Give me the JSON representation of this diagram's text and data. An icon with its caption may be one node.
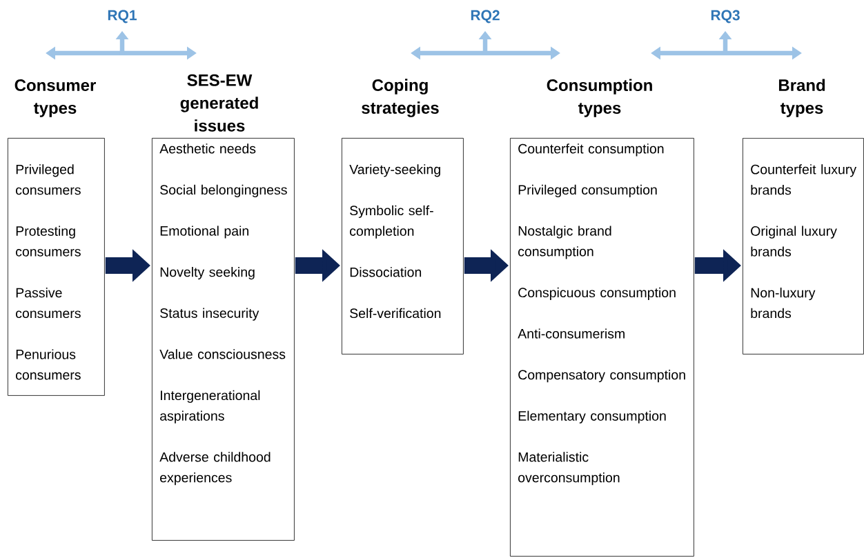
{
  "diagram": {
    "nodes": [
      {
        "text": [
          "Consumer types",
          "Privileged consumers",
          "Protesting consumers",
          "Passive consumers",
          "Penurious consumers"
        ]
      },
      {
        "text": [
          "SES-EW generated issues",
          "Aesthetic needs",
          "Social belongingness",
          "Emotional pain",
          "Novelty seeking",
          "Status insecurity",
          "Value consciousness",
          "Intergenerational aspirations",
          "Adverse childhood experiences"
        ]
      },
      {
        "text": [
          "Coping strategies",
          "Variety-seeking",
          "Symbolic self-completion",
          "Dissociation",
          "Self-verification"
        ]
      },
      {
        "text": [
          "Consumption types",
          "Counterfeit consumption",
          "Privileged consumption",
          "Nostalgic brand consumption",
          "Conspicuous consumption",
          "Anti-consumerism",
          "Compensatory consumption",
          "Elementary consumption",
          "Materialistic overconsumption"
        ]
      },
      {
        "text": [
          "Brand types",
          "Counterfeit luxury brands",
          "Original luxury brands",
          "Non-luxury brands"
        ]
      }
    ],
    "edges": [
      {
        "from": 0,
        "to": 1,
        "arrow": "to"
      },
      {
        "from": 1,
        "to": 2,
        "arrow": "to"
      },
      {
        "from": 2,
        "to": 3,
        "arrow": "to"
      },
      {
        "from": 3,
        "to": 4,
        "arrow": "to"
      }
    ],
    "labels": [
      "RQ1",
      "RQ2",
      "RQ3"
    ]
  }
}
